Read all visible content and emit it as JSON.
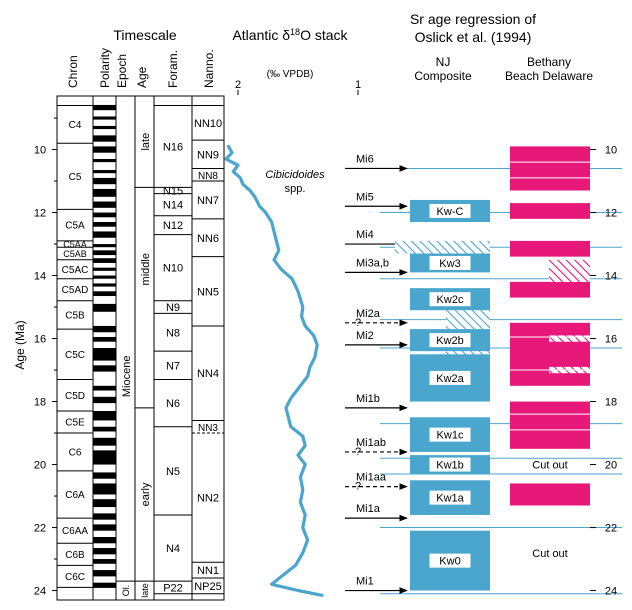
{
  "headers": {
    "timescale": "Timescale",
    "d18o_title": "Atlantic δ18O stack",
    "d18o_units": "(‰ VPDB)",
    "sr_title_1": "Sr age regression of",
    "sr_title_2": "Oslick et al. (1994)",
    "nj_1": "NJ",
    "nj_2": "Composite",
    "bb_1": "Bethany",
    "bb_2": "Beach Delaware"
  },
  "column_headers": {
    "chron": "Chron",
    "polarity": "Polarity",
    "epoch": "Epoch",
    "age": "Age",
    "foram": "Foram.",
    "nanno": "Nanno."
  },
  "y_axis": {
    "label": "Age (Ma)",
    "range": [
      8.3,
      24.3
    ],
    "ticks": [
      10,
      12,
      14,
      16,
      18,
      20,
      22,
      24
    ]
  },
  "d18o_axis": {
    "ticks": [
      "2",
      "1"
    ],
    "species_1": "Cibicidoides",
    "species_2": "spp."
  },
  "chrons": [
    {
      "label": "C4",
      "from": 8.6,
      "to": 9.8
    },
    {
      "label": "C5",
      "from": 9.8,
      "to": 11.9
    },
    {
      "label": "C5A",
      "from": 11.9,
      "to": 12.9
    },
    {
      "label": "C5AA",
      "from": 12.9,
      "to": 13.1
    },
    {
      "label": "C5AB",
      "from": 13.1,
      "to": 13.5
    },
    {
      "label": "C5AC",
      "from": 13.5,
      "to": 14.1
    },
    {
      "label": "C5AD",
      "from": 14.1,
      "to": 14.8
    },
    {
      "label": "C5B",
      "from": 14.8,
      "to": 15.7
    },
    {
      "label": "C5C",
      "from": 15.7,
      "to": 17.3
    },
    {
      "label": "C5D",
      "from": 17.3,
      "to": 18.3
    },
    {
      "label": "C5E",
      "from": 18.3,
      "to": 19.0
    },
    {
      "label": "C6",
      "from": 19.0,
      "to": 20.2
    },
    {
      "label": "C6A",
      "from": 20.2,
      "to": 21.7
    },
    {
      "label": "C6AA",
      "from": 21.7,
      "to": 22.5
    },
    {
      "label": "C6B",
      "from": 22.5,
      "to": 23.2
    },
    {
      "label": "C6C",
      "from": 23.2,
      "to": 23.9
    }
  ],
  "polarity_normal": [
    [
      8.6,
      8.75
    ],
    [
      8.95,
      9.05
    ],
    [
      9.25,
      9.35
    ],
    [
      9.55,
      9.75
    ],
    [
      9.9,
      10.1
    ],
    [
      10.3,
      10.4
    ],
    [
      10.65,
      10.75
    ],
    [
      10.9,
      11.1
    ],
    [
      11.25,
      11.5
    ],
    [
      11.65,
      11.85
    ],
    [
      12.0,
      12.15
    ],
    [
      12.3,
      12.45
    ],
    [
      12.6,
      12.8
    ],
    [
      13.0,
      13.1
    ],
    [
      13.2,
      13.35
    ],
    [
      13.45,
      13.6
    ],
    [
      13.75,
      13.85
    ],
    [
      14.0,
      14.1
    ],
    [
      14.25,
      14.35
    ],
    [
      14.5,
      14.65
    ],
    [
      14.9,
      15.15
    ],
    [
      15.6,
      15.8
    ],
    [
      15.95,
      16.1
    ],
    [
      16.3,
      16.7
    ],
    [
      16.85,
      17.05
    ],
    [
      17.5,
      17.65
    ],
    [
      17.85,
      18.05
    ],
    [
      18.3,
      18.6
    ],
    [
      18.8,
      18.95
    ],
    [
      19.15,
      19.4
    ],
    [
      19.55,
      20.0
    ],
    [
      20.25,
      20.45
    ],
    [
      20.6,
      20.95
    ],
    [
      21.1,
      21.35
    ],
    [
      21.55,
      21.75
    ],
    [
      21.9,
      22.1
    ],
    [
      22.3,
      22.5
    ],
    [
      22.65,
      22.85
    ],
    [
      23.0,
      23.15
    ],
    [
      23.35,
      23.55
    ],
    [
      23.75,
      23.9
    ]
  ],
  "epoch": {
    "miocene": "Miocene",
    "oligocene": "Ol.",
    "miocene_range": [
      8.3,
      23.7
    ],
    "oligocene_range": [
      23.7,
      24.3
    ]
  },
  "ages": [
    {
      "label": "late",
      "from": 8.3,
      "to": 11.2
    },
    {
      "label": "middle",
      "from": 11.2,
      "to": 16.4
    },
    {
      "label": "early",
      "from": 18.2,
      "to": 23.7
    },
    {
      "label": "late",
      "from": 23.7,
      "to": 24.3
    }
  ],
  "forams": [
    {
      "label": "N16",
      "from": 8.6,
      "to": 11.2
    },
    {
      "label": "N15",
      "from": 11.2,
      "to": 11.4
    },
    {
      "label": "N14",
      "from": 11.4,
      "to": 12.1
    },
    {
      "label": "N12",
      "from": 12.1,
      "to": 12.7
    },
    {
      "label": "N10",
      "from": 12.7,
      "to": 14.8
    },
    {
      "label": "N9",
      "from": 14.8,
      "to": 15.2
    },
    {
      "label": "N8",
      "from": 15.2,
      "to": 16.4
    },
    {
      "label": "N7",
      "from": 16.4,
      "to": 17.3
    },
    {
      "label": "N6",
      "from": 17.3,
      "to": 18.8
    },
    {
      "label": "N5",
      "from": 18.8,
      "to": 21.6
    },
    {
      "label": "N4",
      "from": 21.6,
      "to": 23.7
    },
    {
      "label": "P22",
      "from": 23.7,
      "to": 24.1
    }
  ],
  "nannos": [
    {
      "label": "NN10",
      "from": 8.6,
      "to": 9.7
    },
    {
      "label": "NN9",
      "from": 9.7,
      "to": 10.6
    },
    {
      "label": "NN8",
      "from": 10.6,
      "to": 11.0
    },
    {
      "label": "NN7",
      "from": 11.0,
      "to": 12.2
    },
    {
      "label": "NN6",
      "from": 12.2,
      "to": 13.4
    },
    {
      "label": "NN5",
      "from": 13.4,
      "to": 15.6
    },
    {
      "label": "NN4",
      "from": 15.6,
      "to": 18.6
    },
    {
      "label": "NN3",
      "from": 18.6,
      "to": 19.0
    },
    {
      "label": "NN2",
      "from": 19.0,
      "to": 23.1
    },
    {
      "label": "NN1",
      "from": 23.1,
      "to": 23.6
    },
    {
      "label": "NP25",
      "from": 23.6,
      "to": 24.1
    }
  ],
  "d18o_curve": [
    [
      9.9,
      2.08
    ],
    [
      10.1,
      2.05
    ],
    [
      10.3,
      2.1
    ],
    [
      10.5,
      2.0
    ],
    [
      10.7,
      2.04
    ],
    [
      10.9,
      1.98
    ],
    [
      11.1,
      1.96
    ],
    [
      11.3,
      1.9
    ],
    [
      11.5,
      1.86
    ],
    [
      11.8,
      1.82
    ],
    [
      12.0,
      1.77
    ],
    [
      12.3,
      1.72
    ],
    [
      12.6,
      1.7
    ],
    [
      12.9,
      1.68
    ],
    [
      13.2,
      1.66
    ],
    [
      13.5,
      1.7
    ],
    [
      13.8,
      1.64
    ],
    [
      14.1,
      1.55
    ],
    [
      14.5,
      1.5
    ],
    [
      15.0,
      1.46
    ],
    [
      15.3,
      1.47
    ],
    [
      15.6,
      1.44
    ],
    [
      15.9,
      1.37
    ],
    [
      16.2,
      1.34
    ],
    [
      16.6,
      1.36
    ],
    [
      16.9,
      1.4
    ],
    [
      17.2,
      1.42
    ],
    [
      17.6,
      1.5
    ],
    [
      17.9,
      1.56
    ],
    [
      18.2,
      1.6
    ],
    [
      18.5,
      1.58
    ],
    [
      18.8,
      1.56
    ],
    [
      19.1,
      1.46
    ],
    [
      19.4,
      1.44
    ],
    [
      19.7,
      1.5
    ],
    [
      20.0,
      1.44
    ],
    [
      20.4,
      1.48
    ],
    [
      20.8,
      1.46
    ],
    [
      21.2,
      1.48
    ],
    [
      21.6,
      1.44
    ],
    [
      22.0,
      1.46
    ],
    [
      22.4,
      1.42
    ],
    [
      22.8,
      1.46
    ],
    [
      23.2,
      1.52
    ],
    [
      23.5,
      1.62
    ],
    [
      23.8,
      1.72
    ],
    [
      24.0,
      1.5
    ],
    [
      24.15,
      1.3
    ]
  ],
  "mi_events": [
    {
      "label": "Mi6",
      "age": 10.6,
      "dashed": false,
      "question": false
    },
    {
      "label": "Mi5",
      "age": 11.8,
      "dashed": false,
      "question": false
    },
    {
      "label": "Mi4",
      "age": 13.0,
      "dashed": false,
      "question": false
    },
    {
      "label": "Mi3a,b",
      "age": 13.9,
      "dashed": false,
      "question": false
    },
    {
      "label": "Mi2a",
      "age": 15.5,
      "dashed": true,
      "question": true
    },
    {
      "label": "Mi2",
      "age": 16.2,
      "dashed": false,
      "question": false
    },
    {
      "label": "Mi1b",
      "age": 18.2,
      "dashed": false,
      "question": false
    },
    {
      "label": "Mi1ab",
      "age": 19.6,
      "dashed": true,
      "question": true
    },
    {
      "label": "Mi1aa",
      "age": 20.7,
      "dashed": true,
      "question": true
    },
    {
      "label": "Mi1a",
      "age": 21.7,
      "dashed": false,
      "question": false
    },
    {
      "label": "Mi1",
      "age": 24.0,
      "dashed": false,
      "question": false
    }
  ],
  "question_mark": "?",
  "guide_lines": [
    10.6,
    12.0,
    13.1,
    14.1,
    15.4,
    16.3,
    18.7,
    19.8,
    20.3,
    22.0,
    24.1
  ],
  "nj_units": [
    {
      "label": "Kw-C",
      "from": 11.6,
      "to": 12.3
    },
    {
      "label": "Kw3",
      "from": 13.3,
      "to": 13.9
    },
    {
      "label": "Kw2c",
      "from": 14.4,
      "to": 15.1
    },
    {
      "label": "Kw2b",
      "from": 15.7,
      "to": 16.4
    },
    {
      "label": "Kw2a",
      "from": 16.5,
      "to": 18.0
    },
    {
      "label": "Kw1c",
      "from": 18.5,
      "to": 19.6
    },
    {
      "label": "Kw1b",
      "from": 19.7,
      "to": 20.3
    },
    {
      "label": "Kw1a",
      "from": 20.5,
      "to": 21.6
    },
    {
      "label": "Kw0",
      "from": 22.1,
      "to": 24.0
    }
  ],
  "bb_units": [
    {
      "from": 9.9,
      "to": 11.3
    },
    {
      "from": 11.7,
      "to": 12.2
    },
    {
      "from": 12.9,
      "to": 13.4
    },
    {
      "from": 14.2,
      "to": 14.7
    },
    {
      "from": 15.5,
      "to": 17.5
    },
    {
      "from": 18.0,
      "to": 19.5
    },
    {
      "from": 20.6,
      "to": 21.3
    }
  ],
  "bb_cut_out_1": {
    "label": "Cut out",
    "age": 20.0
  },
  "bb_cut_out_2": {
    "label": "Cut out",
    "age": 22.8
  },
  "colors": {
    "blue": "#4aa6cc",
    "magenta": "#e8177a",
    "guide": "#4aa6cc"
  }
}
